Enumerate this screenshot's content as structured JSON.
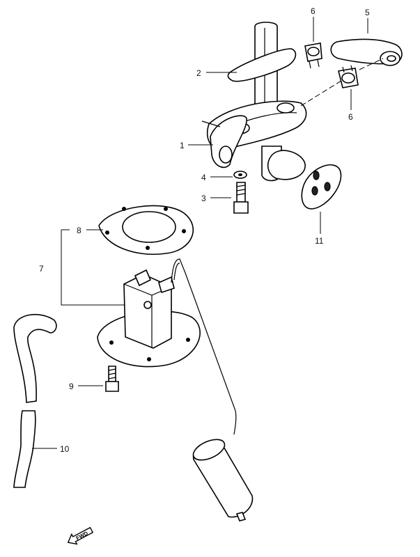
{
  "diagram": {
    "callouts": [
      {
        "id": "c1",
        "text": "1"
      },
      {
        "id": "c2",
        "text": "2"
      },
      {
        "id": "c3",
        "text": "3"
      },
      {
        "id": "c4",
        "text": "4"
      },
      {
        "id": "c5",
        "text": "5"
      },
      {
        "id": "c6a",
        "text": "6"
      },
      {
        "id": "c6b",
        "text": "6"
      },
      {
        "id": "c7",
        "text": "7"
      },
      {
        "id": "c8",
        "text": "8"
      },
      {
        "id": "c9",
        "text": "9"
      },
      {
        "id": "c10",
        "text": "10"
      },
      {
        "id": "c11",
        "text": "11"
      }
    ],
    "fwd_label": "FWD"
  }
}
